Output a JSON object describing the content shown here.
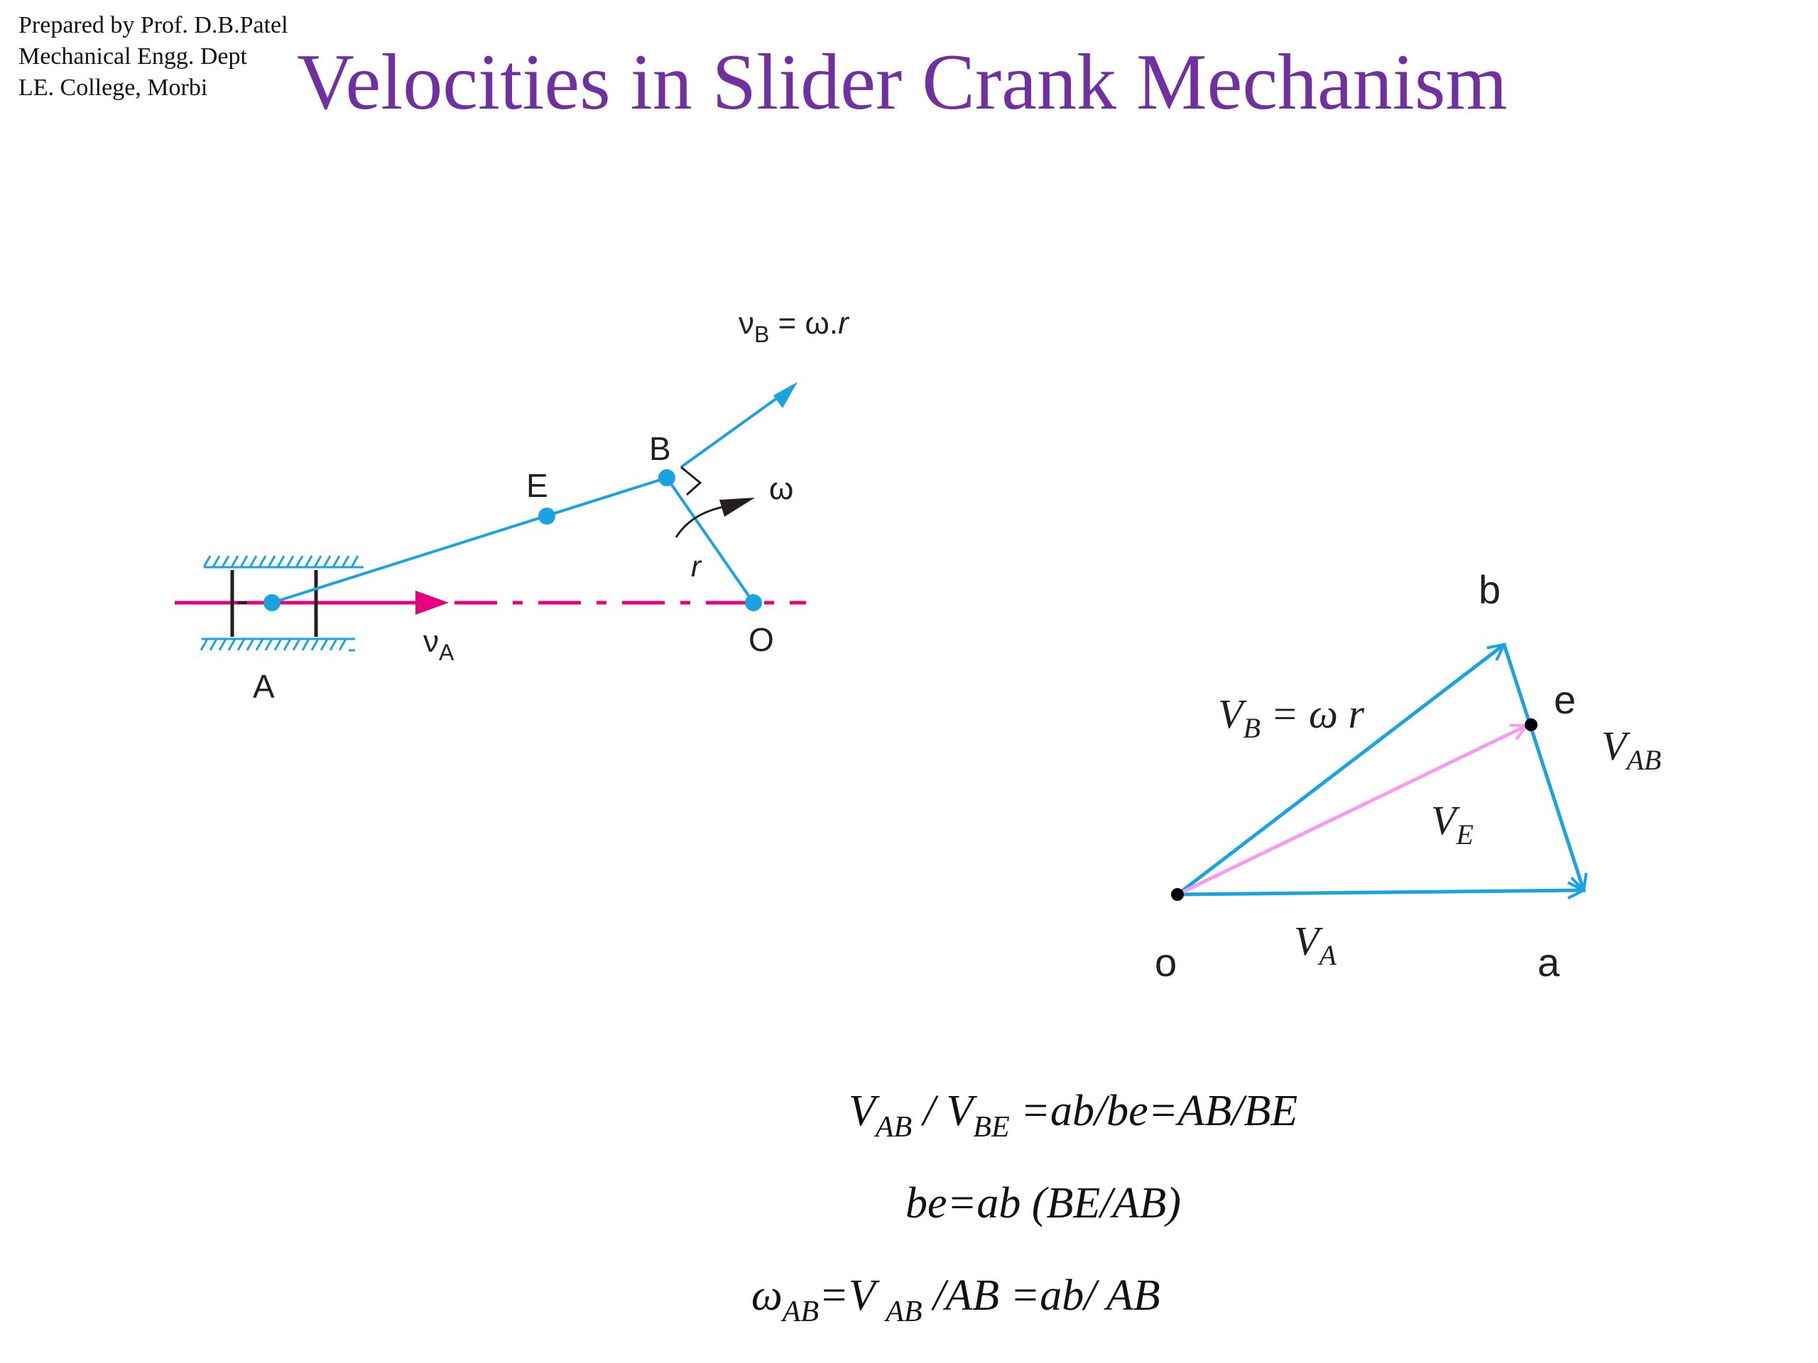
{
  "credit": {
    "line1": "Prepared by Prof. D.B.Patel",
    "line2": "Mechanical Engg. Dept",
    "line3": "LE. College, Morbi"
  },
  "title": "Velocities in Slider Crank Mechanism",
  "mechanism": {
    "vb_label": "ν",
    "vb_sub": "B",
    "vb_rest": " = ω.",
    "vb_r": "r",
    "point_b": "B",
    "point_e": "E",
    "omega": "ω",
    "r_label": "r",
    "point_o": "O",
    "va_label": "ν",
    "va_sub": "A",
    "point_a": "A"
  },
  "velocity_diagram": {
    "b": "b",
    "e": "e",
    "o": "o",
    "a": "a",
    "vb_main": "V",
    "vb_sub": "B",
    "vb_rest": " = ω r",
    "vab_main": "V",
    "vab_sub": "AB",
    "ve_main": "V",
    "ve_sub": "E",
    "va_main": "V",
    "va_sub": "A"
  },
  "equations": {
    "eq1": {
      "v1": "V",
      "s1": "AB",
      "mid": " / V",
      "s2": "BE",
      "rest": " =ab/be=AB/BE"
    },
    "eq2": "be=ab (BE/AB)",
    "eq3": {
      "w": "ω",
      "s1": "AB",
      "mid": "=V ",
      "s2": "AB",
      "rest": " /AB =ab/ AB"
    }
  },
  "colors": {
    "title": "#7030a0",
    "link": "#1aa3e0",
    "axis": "#e6007e",
    "ve_vector": "#f79bf0",
    "label": "#231f20"
  }
}
